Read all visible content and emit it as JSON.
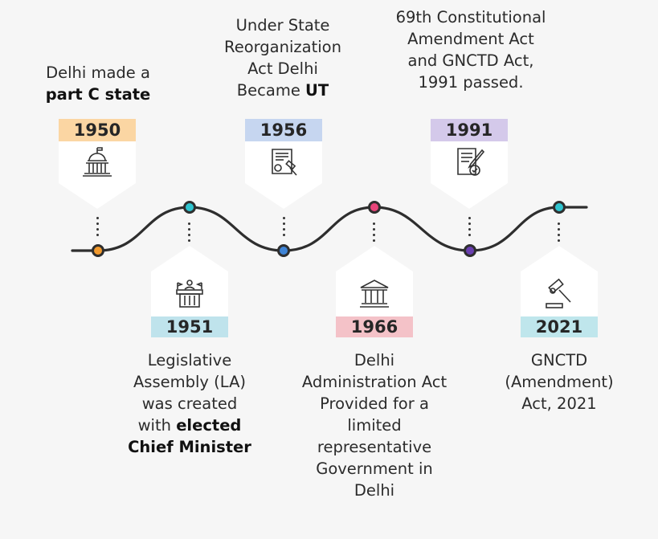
{
  "colors": {
    "c1950": "#fbd6a3",
    "c1951": "#bfe3ec",
    "c1956": "#c6d6f0",
    "c1966": "#f4c2c8",
    "c1991": "#d4c9ea",
    "c2021": "#bfe6ec",
    "dot1950": "#f29a2e",
    "dot1951": "#2fc4cf",
    "dot1956": "#3f84d6",
    "dot1966": "#e8457a",
    "dot1991": "#6a3fb0",
    "dot2021": "#2fc4cf"
  },
  "events": {
    "e1950": {
      "year": "1950",
      "icon": "parliament-dome-icon",
      "desc_line1": "Delhi made a",
      "desc_bold": "part C state"
    },
    "e1951": {
      "year": "1951",
      "icon": "podium-icon",
      "desc_line1": "Legislative",
      "desc_line2": "Assembly (LA)",
      "desc_line3": "was created",
      "desc_line4_pre": "with ",
      "desc_line4_bold": "elected",
      "desc_line5_bold": "Chief Minister"
    },
    "e1956": {
      "year": "1956",
      "icon": "certificate-gavel-icon",
      "desc_line1": "Under State",
      "desc_line2": "Reorganization",
      "desc_line3": "Act Delhi",
      "desc_line4_pre": "Became ",
      "desc_line4_bold": "UT"
    },
    "e1966": {
      "year": "1966",
      "icon": "government-building-icon",
      "desc_line1": "Delhi",
      "desc_line2": "Administration Act",
      "desc_line3": "Provided for a",
      "desc_line4": "limited",
      "desc_line5": "representative",
      "desc_line6": "Government in",
      "desc_line7": "Delhi"
    },
    "e1991": {
      "year": "1991",
      "icon": "signed-document-icon",
      "desc_line1": "69th Constitutional",
      "desc_line2": "Amendment Act",
      "desc_line3": "and GNCTD Act,",
      "desc_line4": "1991 passed."
    },
    "e2021": {
      "year": "2021",
      "icon": "gavel-icon",
      "desc_line1": "GNCTD",
      "desc_line2": "(Amendment)",
      "desc_line3": "Act, 2021"
    }
  }
}
